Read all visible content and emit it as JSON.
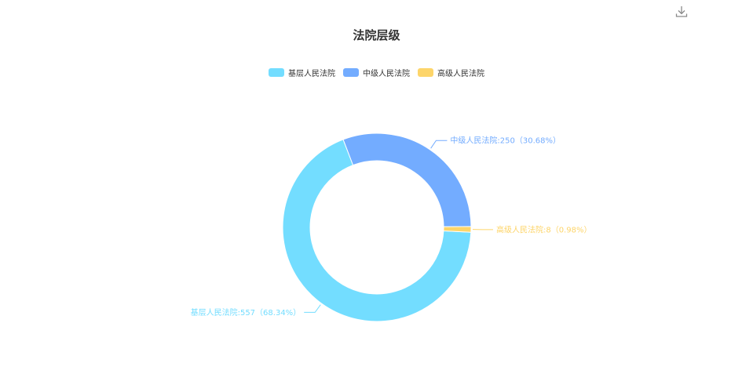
{
  "toolbar": {
    "download_icon": "download-icon"
  },
  "chart_data": {
    "type": "pie",
    "variant": "donut",
    "title": "法院层级",
    "legend_position": "top-center",
    "categories": [
      "基层人民法院",
      "中级人民法院",
      "高级人民法院"
    ],
    "values": [
      557,
      250,
      8
    ],
    "percents": [
      "68.34%",
      "30.68%",
      "0.98%"
    ],
    "colors": [
      "#73DDFF",
      "#73ACFF",
      "#FDD56A"
    ],
    "labels": [
      "基层人民法院:557（68.34%）",
      "中级人民法院:250（30.68%）",
      "高级人民法院:8（0.98%）"
    ]
  }
}
